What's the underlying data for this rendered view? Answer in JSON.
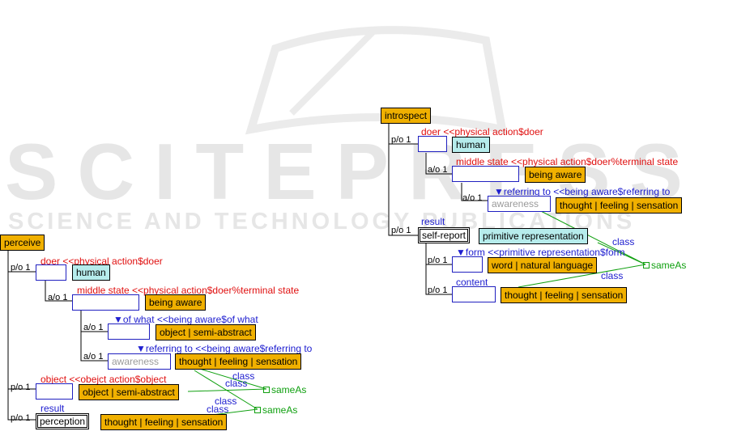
{
  "watermark": {
    "line1": "SCITEPRESS",
    "line2": "SCIENCE AND TECHNOLOGY PUBLICATIONS"
  },
  "left": {
    "root": "perceive",
    "doer_po": "p/o 1",
    "doer_label": "doer <<physical action$doer",
    "doer_value": "human",
    "middle_ao": "a/o 1",
    "middle_label": "middle state <<physical action$doer%terminal state",
    "middle_value": "being aware",
    "ofwhat_ao": "a/o 1",
    "ofwhat_label": "▼of what <<being aware$of what",
    "ofwhat_value": "object | semi-abstract",
    "refto_ao": "a/o 1",
    "refto_label": "▼referring to <<being aware$referring to",
    "refto_box": "awareness",
    "refto_value": "thought | feeling | sensation",
    "object_po": "p/o 1",
    "object_label": "object <<obejct action$object",
    "object_value": "object | semi-abstract",
    "result_po": "p/o 1",
    "result_label": "result",
    "result_box": "perception",
    "result_value": "thought | feeling | sensation",
    "class1": "class",
    "class2": "class",
    "class3": "class",
    "class4": "class",
    "sameas1": "sameAs",
    "sameas2": "sameAs"
  },
  "right": {
    "root": "introspect",
    "doer_po": "p/o 1",
    "doer_label": "doer <<physical action$doer",
    "doer_value": "human",
    "middle_ao": "a/o 1",
    "middle_label": "middle state <<physical action$doer%terminal state",
    "middle_value": "being aware",
    "refto_ao": "a/o 1",
    "refto_label": "▼referring to <<being aware$referring to",
    "refto_box": "awareness",
    "refto_value": "thought | feeling | sensation",
    "result_po": "p/o 1",
    "result_label": "result",
    "result_box": "self-report",
    "result_value": "primitive representation",
    "form_po": "p/o 1",
    "form_label": "▼form <<primitive representation$form",
    "form_value": "word | natural language",
    "content_po": "p/o 1",
    "content_label": "content",
    "content_value": "thought | feeling | sensation",
    "class1": "class",
    "class2": "class",
    "sameas": "sameAs"
  },
  "colors": {
    "root": "#f0b000",
    "value": "#f0b000",
    "type": "#b6ecec",
    "label": "#e01010",
    "link": "#2020d0",
    "relation": "#10a010"
  }
}
